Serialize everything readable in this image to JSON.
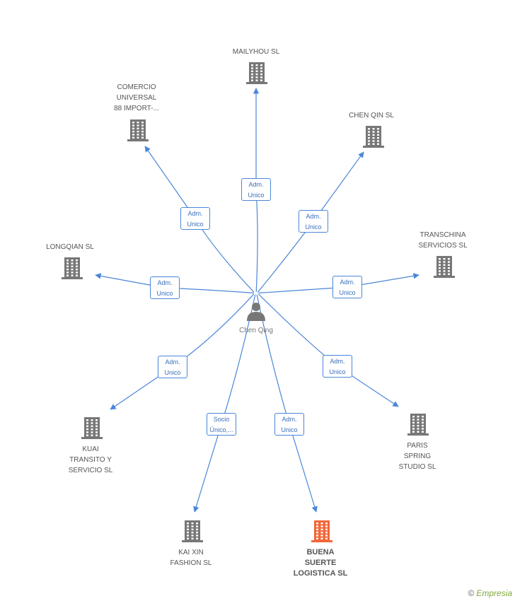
{
  "colors": {
    "edge": "#4a86d8",
    "building": "#777777",
    "highlight": "#f2673a"
  },
  "center": {
    "label": "Chen Qing",
    "icon": "person-icon"
  },
  "nodes": [
    {
      "id": "mailyhou",
      "label": "MAILYHOU SL",
      "icon": "building-icon",
      "highlight": false
    },
    {
      "id": "comercio",
      "label": "COMERCIO\nUNIVERSAL\n88 IMPORT-...",
      "icon": "building-icon",
      "highlight": false
    },
    {
      "id": "chenqin",
      "label": "CHEN QIN SL",
      "icon": "building-icon",
      "highlight": false
    },
    {
      "id": "longqian",
      "label": "LONGQIAN SL",
      "icon": "building-icon",
      "highlight": false
    },
    {
      "id": "transchina",
      "label": "TRANSCHINA\nSERVICIOS SL",
      "icon": "building-icon",
      "highlight": false
    },
    {
      "id": "kuai",
      "label": "KUAI\nTRANSITO Y\nSERVICIO SL",
      "icon": "building-icon",
      "highlight": false
    },
    {
      "id": "paris",
      "label": "PARIS\nSPRING\nSTUDIO SL",
      "icon": "building-icon",
      "highlight": false
    },
    {
      "id": "kaixin",
      "label": "KAI XIN\nFASHION SL",
      "icon": "building-icon",
      "highlight": false
    },
    {
      "id": "buena",
      "label": "BUENA\nSUERTE\nLOGISTICA SL",
      "icon": "building-icon",
      "highlight": true
    }
  ],
  "edges": [
    {
      "to": "mailyhou",
      "label": "Adm.\nUnico"
    },
    {
      "to": "comercio",
      "label": "Adm.\nUnico"
    },
    {
      "to": "chenqin",
      "label": "Adm.\nUnico"
    },
    {
      "to": "longqian",
      "label": "Adm.\nUnico"
    },
    {
      "to": "transchina",
      "label": "Adm.\nUnico"
    },
    {
      "to": "kuai",
      "label": "Adm.\nUnico"
    },
    {
      "to": "paris",
      "label": "Adm.\nUnico"
    },
    {
      "to": "kaixin",
      "label": "Socio\nÚnico,..."
    },
    {
      "to": "buena",
      "label": "Adm.\nUnico"
    }
  ],
  "brand": {
    "copyright": "©",
    "name": "Empresia"
  }
}
